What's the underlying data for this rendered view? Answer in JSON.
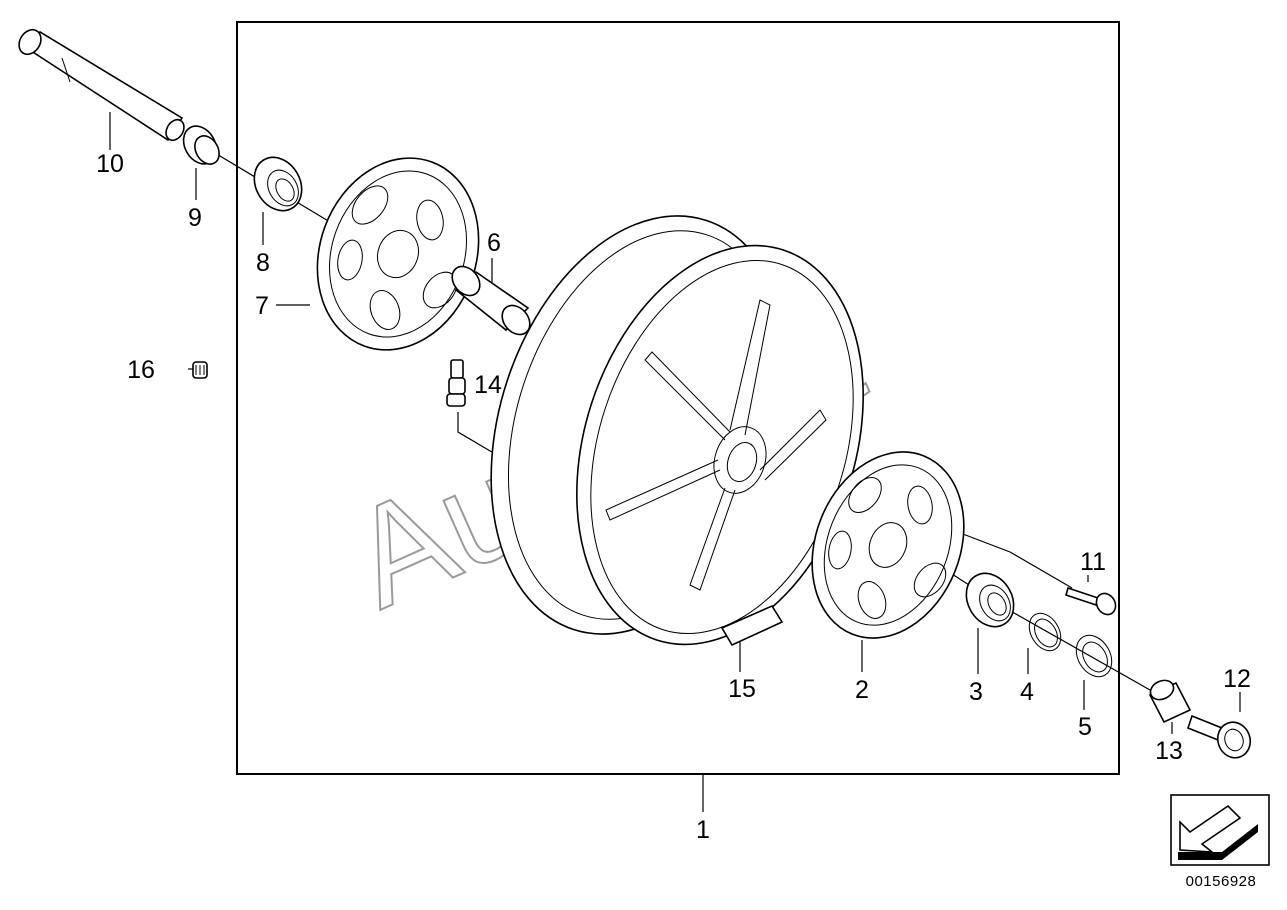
{
  "diagram": {
    "reference_number": "00156928",
    "watermark": "AutoSoft",
    "callouts": [
      {
        "id": "1",
        "label": "1"
      },
      {
        "id": "2",
        "label": "2"
      },
      {
        "id": "3",
        "label": "3"
      },
      {
        "id": "4",
        "label": "4"
      },
      {
        "id": "5",
        "label": "5"
      },
      {
        "id": "6",
        "label": "6"
      },
      {
        "id": "7",
        "label": "7"
      },
      {
        "id": "8",
        "label": "8"
      },
      {
        "id": "9",
        "label": "9"
      },
      {
        "id": "10",
        "label": "10"
      },
      {
        "id": "11",
        "label": "11"
      },
      {
        "id": "12",
        "label": "12"
      },
      {
        "id": "13",
        "label": "13"
      },
      {
        "id": "14",
        "label": "14"
      },
      {
        "id": "15",
        "label": "15"
      },
      {
        "id": "16",
        "label": "16"
      }
    ],
    "colors": {
      "line": "#000000",
      "watermark": "#9a9a9a",
      "background": "#ffffff"
    }
  }
}
